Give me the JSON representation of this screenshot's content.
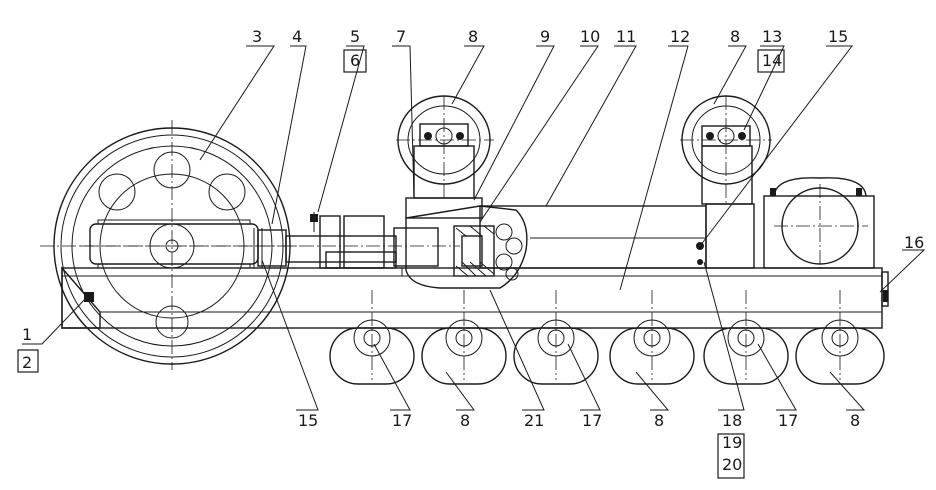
{
  "callouts": [
    {
      "id": "c1",
      "text": "1"
    },
    {
      "id": "c2",
      "text": "2"
    },
    {
      "id": "c3",
      "text": "3"
    },
    {
      "id": "c4",
      "text": "4"
    },
    {
      "id": "c5",
      "text": "5"
    },
    {
      "id": "c6",
      "text": "6"
    },
    {
      "id": "c7",
      "text": "7"
    },
    {
      "id": "c8a",
      "text": "8"
    },
    {
      "id": "c9",
      "text": "9"
    },
    {
      "id": "c10",
      "text": "10"
    },
    {
      "id": "c11",
      "text": "11"
    },
    {
      "id": "c12",
      "text": "12"
    },
    {
      "id": "c8b",
      "text": "8"
    },
    {
      "id": "c13",
      "text": "13"
    },
    {
      "id": "c14",
      "text": "14"
    },
    {
      "id": "c15a",
      "text": "15"
    },
    {
      "id": "c16",
      "text": "16"
    },
    {
      "id": "c15b",
      "text": "15"
    },
    {
      "id": "c17a",
      "text": "17"
    },
    {
      "id": "c8c",
      "text": "8"
    },
    {
      "id": "c21",
      "text": "21"
    },
    {
      "id": "c17b",
      "text": "17"
    },
    {
      "id": "c8d",
      "text": "8"
    },
    {
      "id": "c18",
      "text": "18"
    },
    {
      "id": "c19",
      "text": "19"
    },
    {
      "id": "c20",
      "text": "20"
    },
    {
      "id": "c17c",
      "text": "17"
    },
    {
      "id": "c8e",
      "text": "8"
    }
  ]
}
